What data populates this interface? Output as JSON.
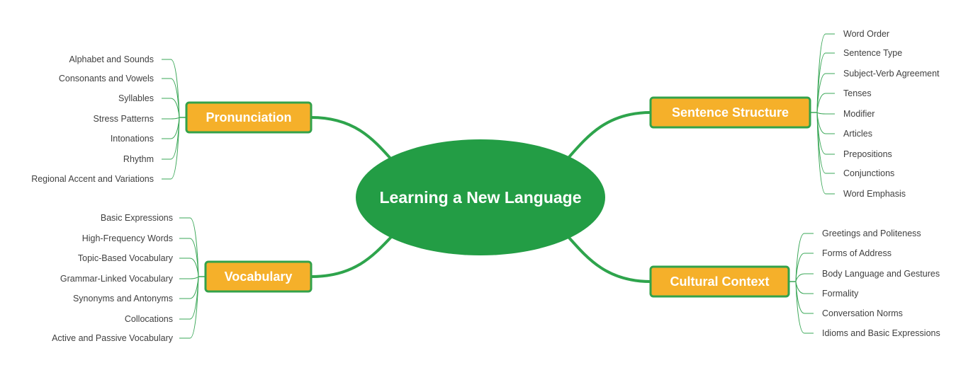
{
  "central": "Learning a New Language",
  "colors": {
    "central": "#239d45",
    "topic_fill": "#f5b02a",
    "topic_border": "#33a24a",
    "main_line": "#2ea44c",
    "leaf_line": "#3aa757",
    "leaf_text": "#404040"
  },
  "topics": [
    {
      "id": "pronunciation",
      "label": "Pronunciation",
      "side": "left",
      "items": [
        "Alphabet and Sounds",
        "Consonants and Vowels",
        "Syllables",
        "Stress Patterns",
        "Intonations",
        "Rhythm",
        "Regional Accent and Variations"
      ]
    },
    {
      "id": "vocabulary",
      "label": "Vocabulary",
      "side": "left",
      "items": [
        "Basic Expressions",
        "High-Frequency Words",
        "Topic-Based Vocabulary",
        "Grammar-Linked Vocabulary",
        "Synonyms and Antonyms",
        "Collocations",
        "Active and Passive Vocabulary"
      ]
    },
    {
      "id": "sentence-structure",
      "label": "Sentence Structure",
      "side": "right",
      "items": [
        "Word Order",
        "Sentence Type",
        "Subject-Verb Agreement",
        "Tenses",
        "Modifier",
        "Articles",
        "Prepositions",
        "Conjunctions",
        "Word Emphasis"
      ]
    },
    {
      "id": "cultural-context",
      "label": "Cultural Context",
      "side": "right",
      "items": [
        "Greetings and Politeness",
        "Forms of Address",
        "Body Language and Gestures",
        "Formality",
        "Conversation Norms",
        "Idioms and Basic Expressions"
      ]
    }
  ]
}
